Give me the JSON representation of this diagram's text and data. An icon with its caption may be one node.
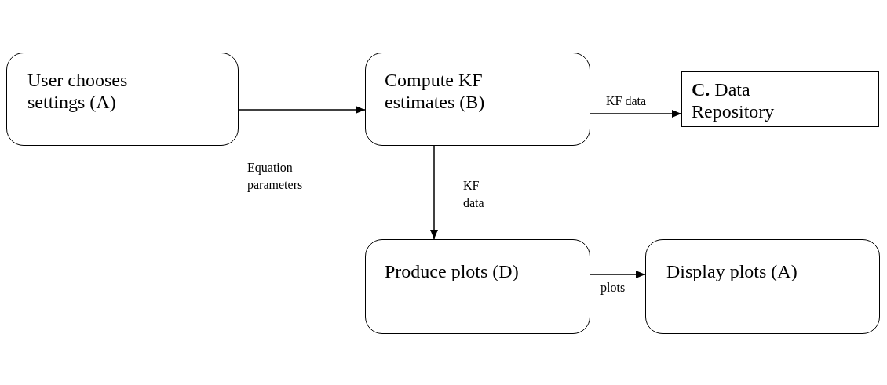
{
  "diagram": {
    "nodes": [
      {
        "text": [
          "User chooses settings (A)"
        ]
      },
      {
        "text": [
          "Compute KF estimates (B)"
        ]
      },
      {
        "text": [
          "**C.** Data Repository"
        ]
      },
      {
        "text": [
          "Produce plots (D)"
        ]
      },
      {
        "text": [
          "Display plots (A)"
        ]
      }
    ],
    "edges": [
      {
        "from": 0,
        "to": 1,
        "arrow": "to",
        "label": "Equation parameters"
      },
      {
        "from": 1,
        "to": 2,
        "arrow": "to",
        "label": "KF data"
      },
      {
        "from": 1,
        "to": 3,
        "arrow": "to",
        "label": "KF data"
      },
      {
        "from": 3,
        "to": 4,
        "arrow": "to",
        "label": "plots"
      }
    ]
  }
}
